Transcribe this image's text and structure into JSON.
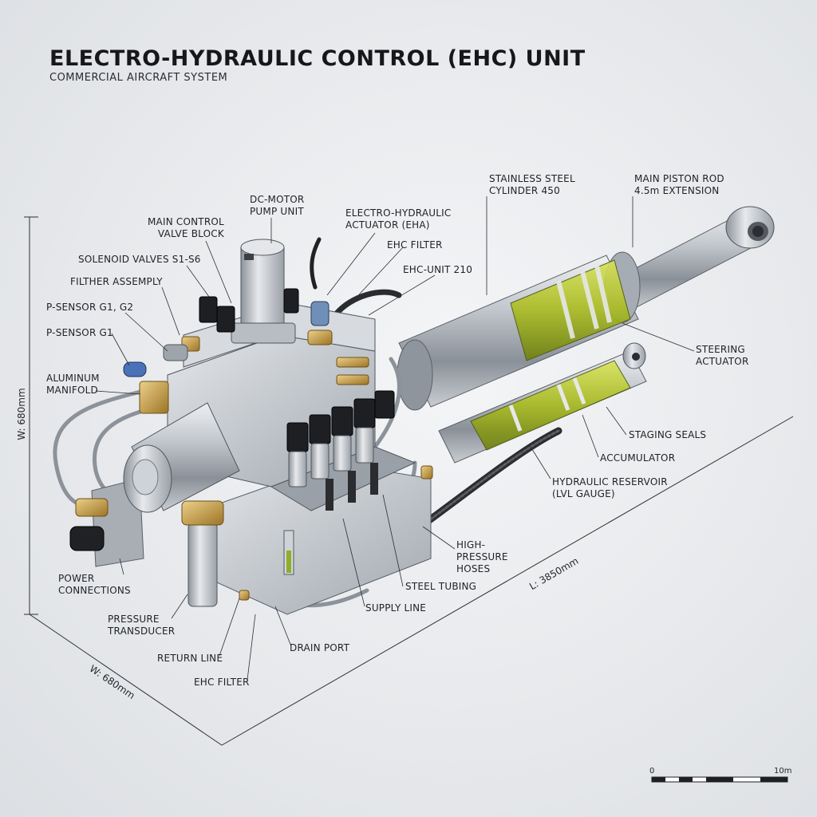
{
  "header": {
    "title": "ELECTRO-HYDRAULIC CONTROL (EHC) UNIT",
    "subtitle": "COMMERCIAL AIRCRAFT SYSTEM"
  },
  "labels": {
    "dc_motor_pump": "DC-MOTOR\nPUMP UNIT",
    "main_control_valve": "MAIN CONTROL\nVALVE BLOCK",
    "eha": "ELECTRO-HYDRAULIC\nACTUATOR (EHA)",
    "ehc_filter_top": "EHC FILTER",
    "ehc_unit": "EHC-UNIT 210",
    "solenoid_valves": "SOLENOID VALVES S1-S6",
    "filter_assembly": "FILTHER ASSEMPLY",
    "p_sensor_g1_g2": "P-SENSOR G1, G2",
    "p_sensor_g1": "P-SENSOR G1",
    "aluminum_manifold": "ALUMINUM\nMANIFOLD",
    "stainless_cylinder": "STAINLESS STEEL\nCYLINDER 450",
    "main_piston_rod": "MAIN PISTON ROD\n4.5m EXTENSION",
    "steering_actuator": "STEERING\nACTUATOR",
    "staging_seals": "STAGING SEALS",
    "accumulator": "ACCUMULATOR",
    "hydraulic_reservoir": "HYDRAULIC RESERVOIR\n(LVL GAUGE)",
    "high_pressure_hoses": "HIGH-\nPRESSURE\nHOSES",
    "steel_tubing": "STEEL TUBING",
    "supply_line": "SUPPLY LINE",
    "drain_port": "DRAIN PORT",
    "power_connections": "POWER\nCONNECTIONS",
    "pressure_transducer": "PRESSURE\nTRANSDUCER",
    "return_line": "RETURN LINE",
    "ehc_filter_bottom": "EHC FILTER"
  },
  "dimensions": {
    "height": "W: 680mm",
    "width": "W: 680mm",
    "length": "L: 3850mm"
  },
  "scale_bar": {
    "start": "0",
    "end": "10m"
  },
  "colors": {
    "steel": "#b9bec5",
    "steel_dark": "#6f757d",
    "brass": "#c9a040",
    "seal_green": "#b6c92c",
    "solenoid": "#1d1f23",
    "sensor_blue": "#4a72b8"
  }
}
